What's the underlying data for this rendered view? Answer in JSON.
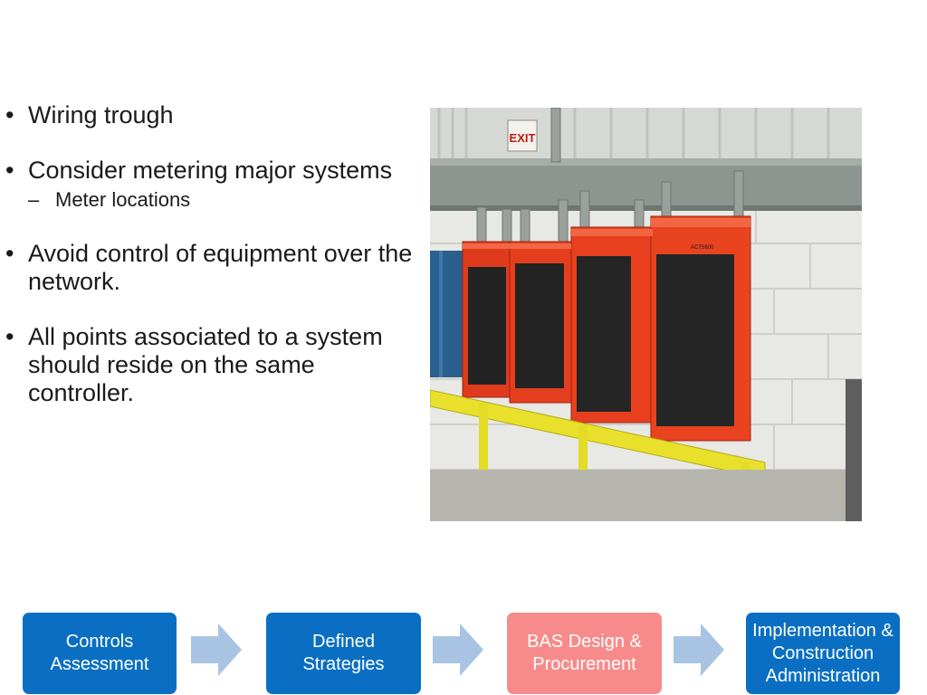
{
  "bullets": [
    {
      "symbol": "•",
      "text": "Wiring trough"
    },
    {
      "symbol": "•",
      "text": "Consider metering major systems",
      "sub": {
        "symbol": "–",
        "text": "Meter locations"
      }
    },
    {
      "symbol": "•",
      "text": "Avoid control of equipment over the network."
    },
    {
      "symbol": "•",
      "text": "All points associated to a system should reside on the same controller."
    }
  ],
  "photo": {
    "exit_sign": "EXIT",
    "panel_label": "ACT5600"
  },
  "flow": [
    {
      "label": "Controls Assessment",
      "color": "#0a6fc2"
    },
    {
      "label": "Defined Strategies",
      "color": "#0a6fc2"
    },
    {
      "label": "BAS Design & Procurement",
      "color": "#f78b8b"
    },
    {
      "label": "Implementation & Construction Administration",
      "color": "#0a6fc2"
    }
  ],
  "arrow_color": "#a9c4e3"
}
